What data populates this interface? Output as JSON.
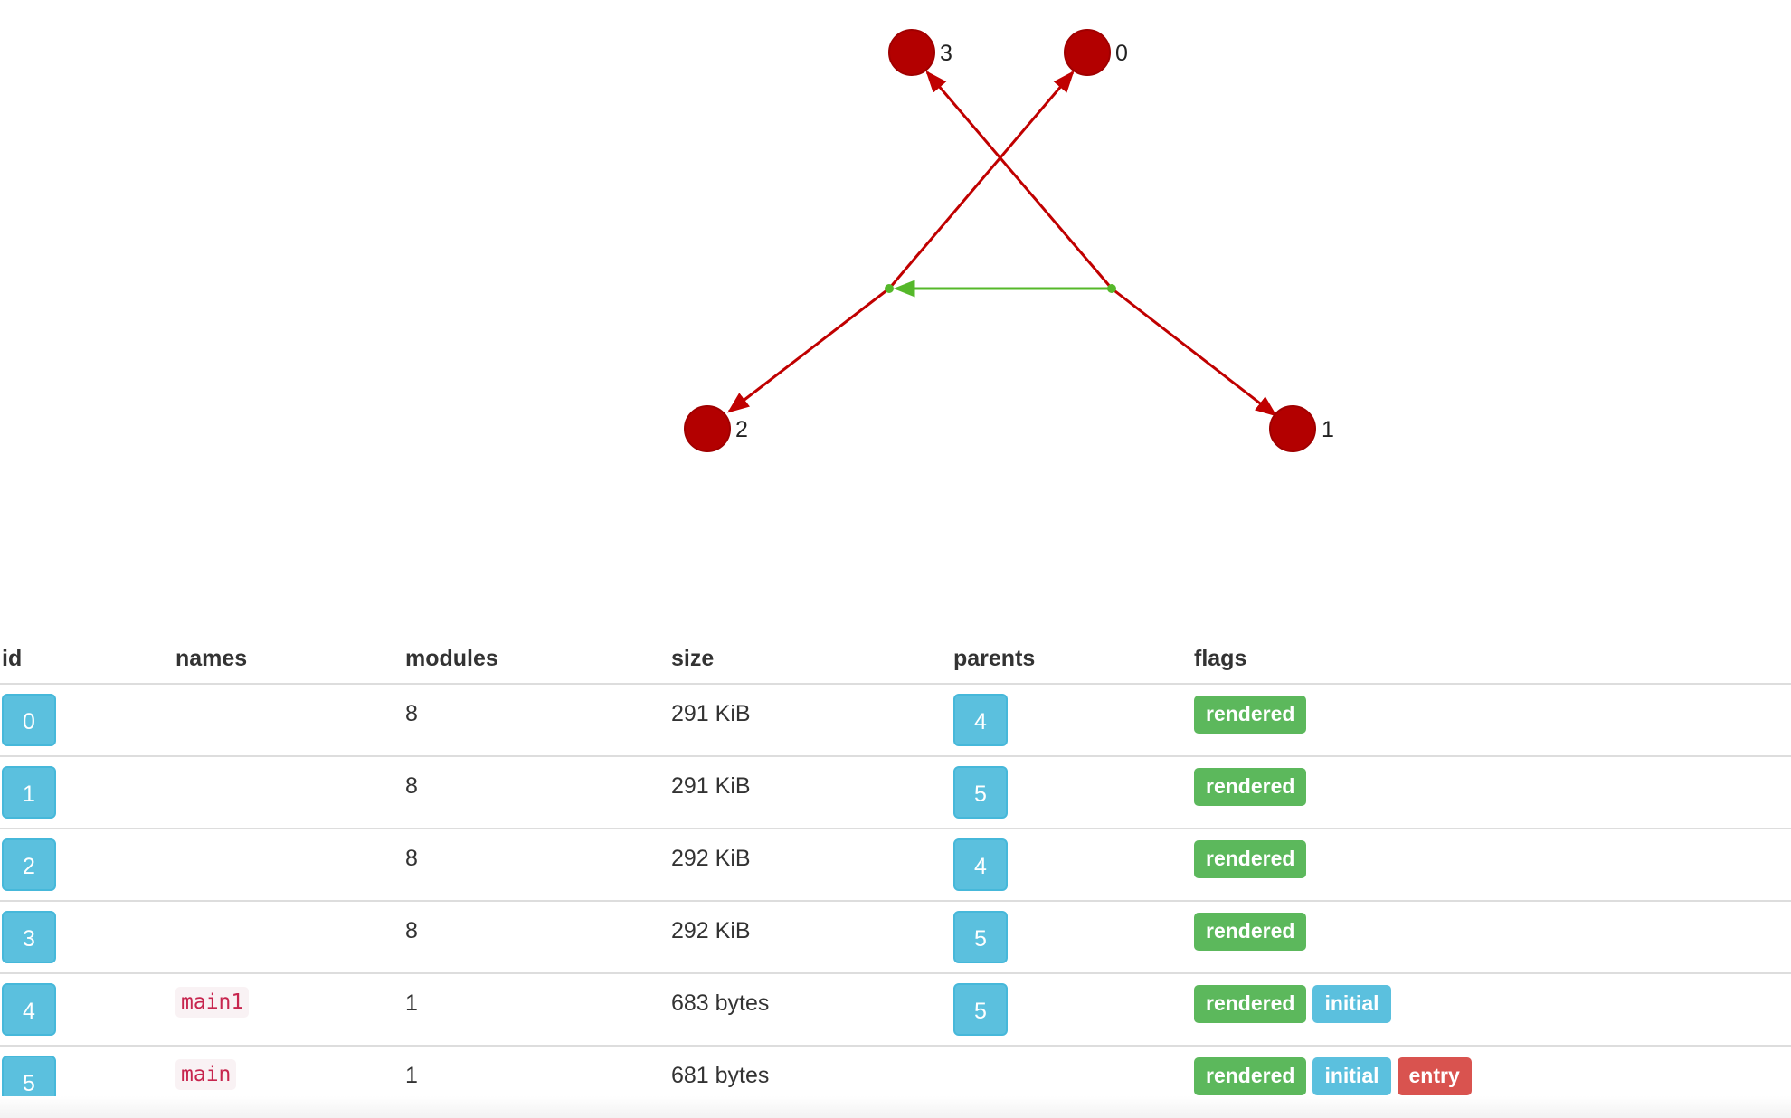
{
  "graph": {
    "nodes": [
      {
        "id": "0",
        "label": "0"
      },
      {
        "id": "1",
        "label": "1"
      },
      {
        "id": "2",
        "label": "2"
      },
      {
        "id": "3",
        "label": "3"
      }
    ],
    "colors": {
      "node": "#b30000",
      "edge": "#c00000",
      "connector": "#55b82a",
      "label": "#222222"
    }
  },
  "table": {
    "headers": {
      "id": "id",
      "names": "names",
      "modules": "modules",
      "size": "size",
      "parents": "parents",
      "flags": "flags"
    },
    "rows": [
      {
        "id": "0",
        "name": "",
        "modules": "8",
        "size": "291 KiB",
        "parent": "4",
        "flags": [
          "rendered"
        ]
      },
      {
        "id": "1",
        "name": "",
        "modules": "8",
        "size": "291 KiB",
        "parent": "5",
        "flags": [
          "rendered"
        ]
      },
      {
        "id": "2",
        "name": "",
        "modules": "8",
        "size": "292 KiB",
        "parent": "4",
        "flags": [
          "rendered"
        ]
      },
      {
        "id": "3",
        "name": "",
        "modules": "8",
        "size": "292 KiB",
        "parent": "5",
        "flags": [
          "rendered"
        ]
      },
      {
        "id": "4",
        "name": "main1",
        "modules": "1",
        "size": "683 bytes",
        "parent": "5",
        "flags": [
          "rendered",
          "initial"
        ]
      },
      {
        "id": "5",
        "name": "main",
        "modules": "1",
        "size": "681 bytes",
        "parent": "",
        "flags": [
          "rendered",
          "initial",
          "entry"
        ]
      }
    ],
    "flag_styles": {
      "rendered": "success",
      "initial": "info",
      "entry": "danger"
    }
  }
}
